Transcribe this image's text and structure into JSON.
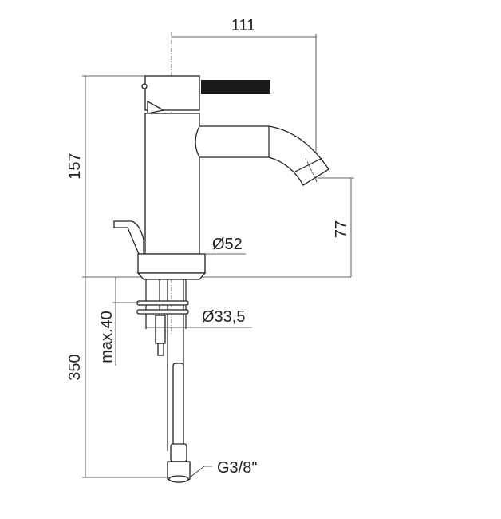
{
  "drawing": {
    "dimensions": {
      "spout_reach": "111",
      "total_height": "157",
      "spout_height": "77",
      "base_diameter": "Ø52",
      "shank_diameter": "Ø33,5",
      "max_deck_thickness": "max.40",
      "hose_length": "350",
      "hose_connection": "G3/8\""
    },
    "colors": {
      "line": "#222222",
      "handle": "#1a1a1a",
      "background": "#ffffff"
    }
  }
}
